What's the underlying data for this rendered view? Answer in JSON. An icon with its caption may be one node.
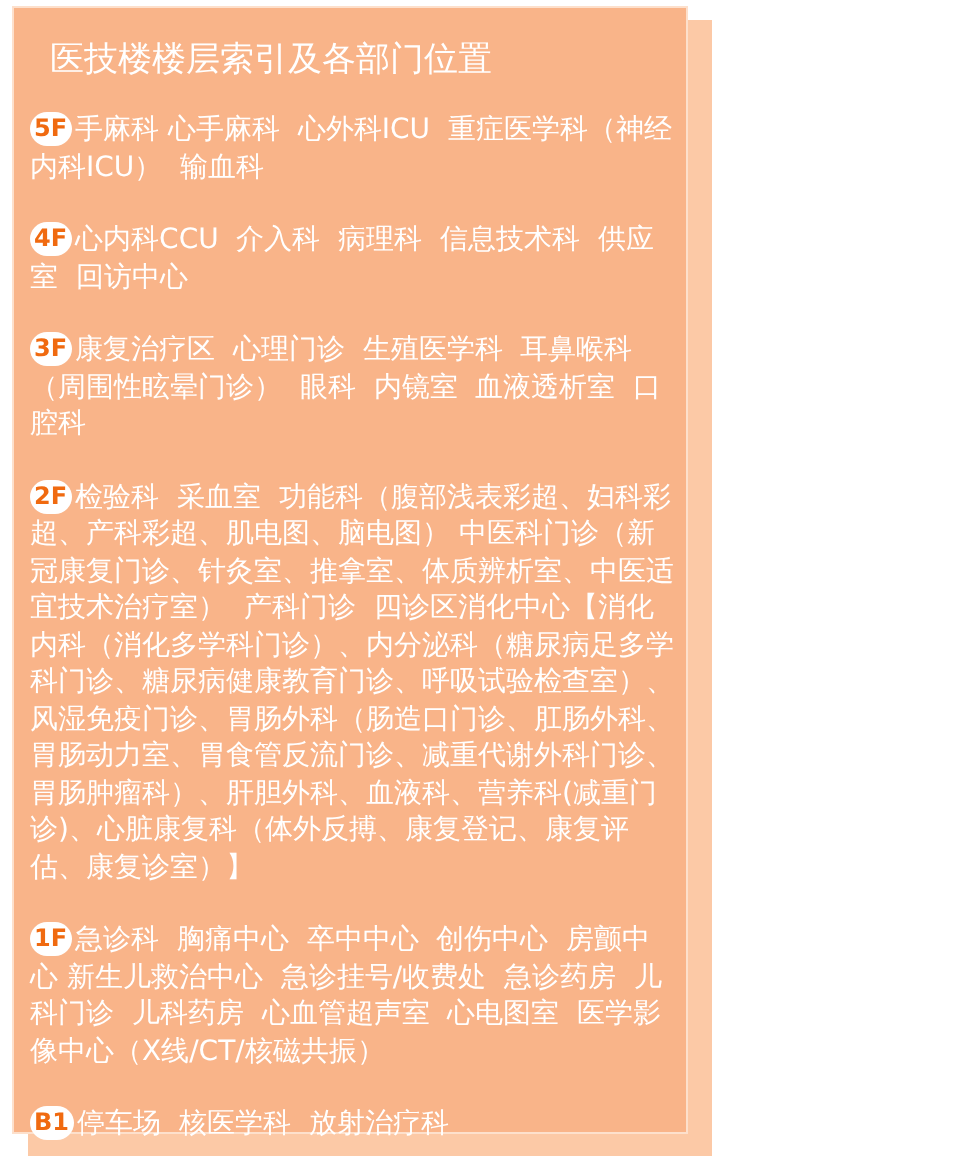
{
  "diagram": {
    "title": "医技楼楼层索引及各部门位置",
    "labels": [
      "5F",
      "手麻科 心手麻科  心外科ICU  重症医学科（神经内科ICU）  输血科",
      "4F",
      "心内科CCU  介入科  病理科  信息技术科  供应室  回访中心",
      "3F",
      "康复治疗区  心理门诊  生殖医学科  耳鼻喉科（周围性眩晕门诊）  眼科  内镜室  血液透析室  口腔科",
      "2F",
      "检验科  采血室  功能科（腹部浅表彩超、妇科彩超、产科彩超、肌电图、脑电图） 中医科门诊（新冠康复门诊、针灸室、推拿室、体质辨析室、中医适宜技术治疗室）  产科门诊  四诊区消化中心【消化内科（消化多学科门诊）、内分泌科（糖尿病足多学科门诊、糖尿病健康教育门诊、呼吸试验检查室）、风湿免疫门诊、胃肠外科（肠造口门诊、肛肠外科、胃肠动力室、胃食管反流门诊、减重代谢外科门诊、胃肠肿瘤科）、肝胆外科、血液科、营养科(减重门诊)、心脏康复科（体外反搏、康复登记、康复评估、康复诊室）】",
      "1F",
      "急诊科  胸痛中心  卒中中心  创伤中心  房颤中心 新生儿救治中心  急诊挂号/收费处  急诊药房  儿科门诊  儿科药房  心血管超声室  心电图室  医学影像中心（X线/CT/核磁共振）",
      "B1",
      "停车场  核医学科  放射治疗科"
    ]
  }
}
